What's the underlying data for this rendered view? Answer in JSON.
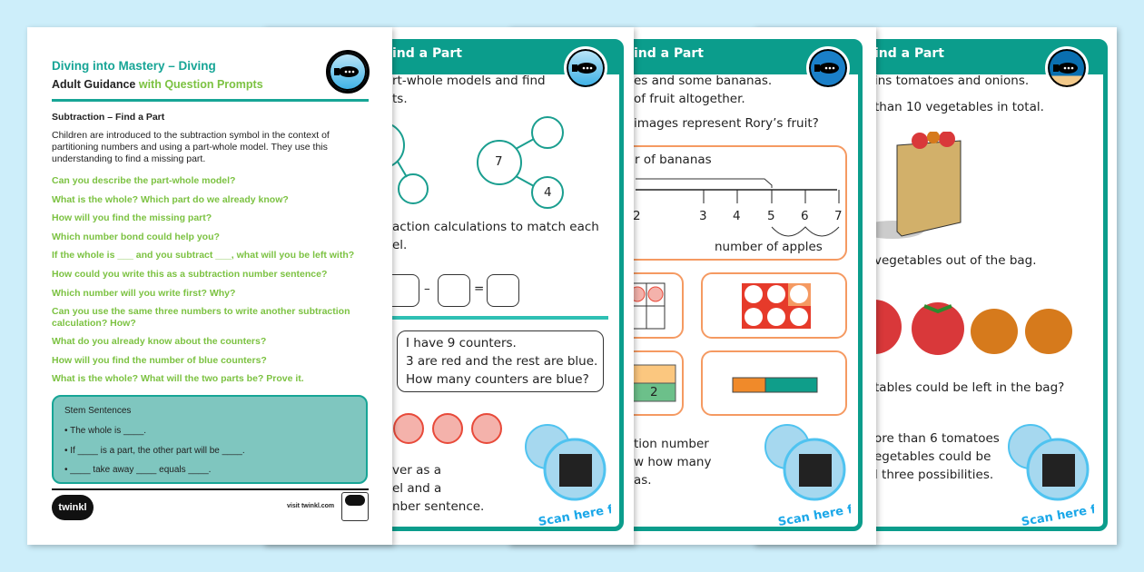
{
  "colors": {
    "teal": "#0b9d8c",
    "green": "#7cc242",
    "stem_bg": "#7fc6bf",
    "orange": "#f59a62",
    "counter_red": "#f4b2ab",
    "background": "#cdeefa"
  },
  "guidance": {
    "title": "Diving into Mastery – Diving",
    "subtitle_black": "Adult Guidance",
    "subtitle_green": "with Question Prompts",
    "section": "Subtraction – Find a Part",
    "intro": "Children are introduced to the subtraction symbol in the context of partitioning numbers and using a part-whole model. They use this understanding to find a missing part.",
    "prompts": [
      "Can you describe the part-whole model?",
      "What is the whole? Which part do we already know?",
      "How will you find the missing part?",
      "Which number bond could help you?",
      "If the whole is ___ and you subtract ___, what will you be left with?",
      "How could you write this as a subtraction number sentence?",
      "Which number will you write first? Why?",
      "Can you use the same three numbers to write another subtraction calculation? How?",
      "What do you already know about the counters?",
      "How will you find the number of blue counters?",
      "What is the whole? What will the two parts be? Prove it."
    ],
    "stem_title": "Stem Sentences",
    "stems": [
      "The whole is ____.",
      "If ____ is a part, the other part will be ____.",
      "____ take away ____ equals ____."
    ],
    "logo": "twinkl",
    "visit": "visit twinkl.com",
    "badge_icon": "quality-standard-approved-icon"
  },
  "sheet2": {
    "title": "ind a Part",
    "lines": [
      "rt-whole models and find",
      "ts."
    ],
    "whole": "7",
    "part": "4",
    "lines2": [
      "action calculations to match each",
      "el."
    ],
    "minus": "–",
    "equals": "=",
    "bubble": [
      "I have 9 counters.",
      "3 are red and the rest are blue.",
      "How many counters are blue?"
    ],
    "lines3": [
      "ver as a",
      "el and a",
      "nber sentence."
    ],
    "qr_label": "Scan here for help!"
  },
  "sheet3": {
    "title": "ind a Part",
    "lines": [
      "es and some bananas.",
      "of fruit altogether.",
      "images represent Rory’s fruit?"
    ],
    "nl_top": "r of bananas",
    "ticks": [
      "2",
      "3",
      "4",
      "5",
      "6",
      "7"
    ],
    "nl_bottom": "number of apples",
    "bar_value": "2",
    "lines2": [
      "tion number",
      "w how many",
      "as."
    ],
    "qr_label": "Scan here for help!"
  },
  "sheet4": {
    "title": "ind a Part",
    "lines": [
      "ins tomatoes and onions.",
      "than 10 vegetables in total."
    ],
    "line3": "vegetables out of the bag.",
    "line4": "tables could be left in the bag?",
    "lines5": [
      "ore than 6 tomatoes",
      "egetables could be",
      "l three possibilities."
    ],
    "qr_label": "Scan here for help!"
  }
}
